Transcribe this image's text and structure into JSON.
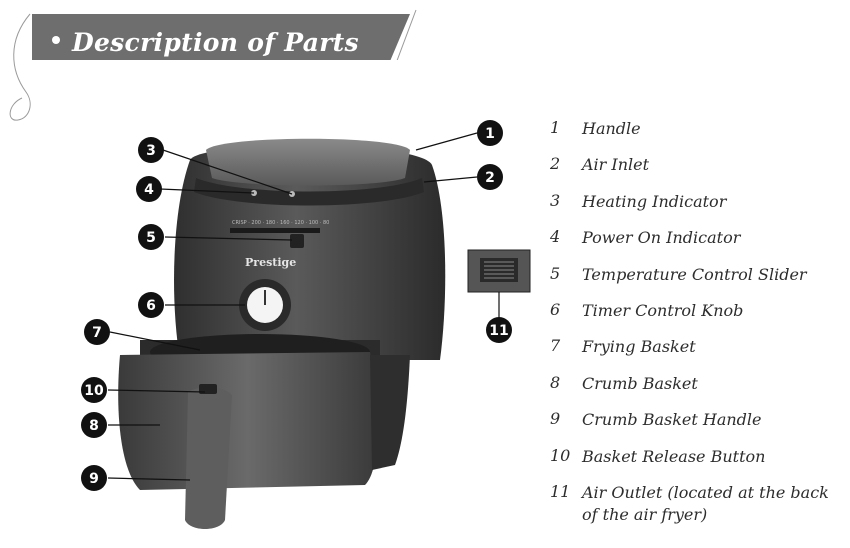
{
  "banner": {
    "title": "Description of Parts"
  },
  "product": {
    "brand": "Prestige",
    "temperature_scale": "CRISP · 200 · 180 · 160 · 120 · 100 · 80"
  },
  "callouts": [
    "1",
    "2",
    "3",
    "4",
    "5",
    "6",
    "7",
    "8",
    "9",
    "10",
    "11"
  ],
  "parts": [
    {
      "num": "1",
      "label": "Handle"
    },
    {
      "num": "2",
      "label": "Air Inlet"
    },
    {
      "num": "3",
      "label": "Heating Indicator"
    },
    {
      "num": "4",
      "label": "Power On Indicator"
    },
    {
      "num": "5",
      "label": "Temperature Control Slider"
    },
    {
      "num": "6",
      "label": "Timer Control Knob"
    },
    {
      "num": "7",
      "label": "Frying Basket"
    },
    {
      "num": "8",
      "label": "Crumb Basket"
    },
    {
      "num": "9",
      "label": "Crumb Basket Handle"
    },
    {
      "num": "10",
      "label": "Basket Release Button"
    },
    {
      "num": "11",
      "label": "Air Outlet (located at the back of the air fryer)"
    }
  ],
  "colors": {
    "banner": "#6f6f6f",
    "body": "#4a4a4a",
    "callout": "#111111"
  }
}
